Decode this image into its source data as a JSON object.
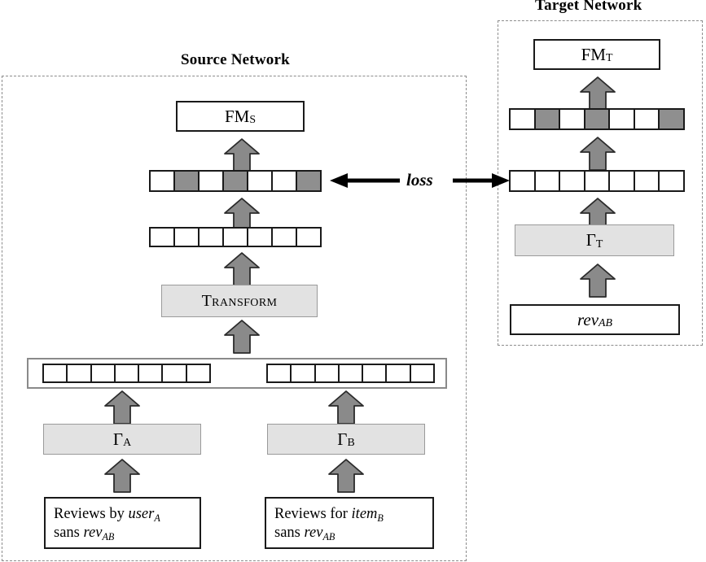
{
  "diagram": {
    "title_source": "Source Network",
    "title_target": "Target Network",
    "loss_label": "loss",
    "colors": {
      "cell_shaded": "#8f8f8f",
      "cell_empty": "#ffffff",
      "module_fill": "#e2e2e2",
      "arrow_fill": "#8a8a8a",
      "arrow_stroke": "#2b2b2b",
      "group_border": "#8c8c8c",
      "box_border": "#1a1a1a"
    }
  },
  "source_network": {
    "output_box": {
      "label": "FM",
      "subscript": "S"
    },
    "transform_box": {
      "label": "Transform"
    },
    "encoder_a": {
      "label": "Γ",
      "subscript": "A"
    },
    "encoder_b": {
      "label": "Γ",
      "subscript": "B"
    },
    "input_a": {
      "line1_pre": "Reviews by ",
      "line1_italic": "user",
      "line1_sub": "A",
      "line2_pre": "sans ",
      "line2_italic": "rev",
      "line2_sub": "AB"
    },
    "input_b": {
      "line1_pre": "Reviews for ",
      "line1_italic": "item",
      "line1_sub": "B",
      "line2_pre": "sans ",
      "line2_italic": "rev",
      "line2_sub": "AB"
    },
    "vector_shaded": {
      "name": "source-shared-representation",
      "cells": [
        "white",
        "gray",
        "white",
        "gray",
        "white",
        "white",
        "gray"
      ]
    },
    "vector_mid": {
      "name": "source-transform-output",
      "cells": [
        "white",
        "white",
        "white",
        "white",
        "white",
        "white",
        "white"
      ]
    },
    "vector_a": {
      "name": "source-user-embedding",
      "cells": [
        "white",
        "white",
        "white",
        "white",
        "white",
        "white",
        "white"
      ]
    },
    "vector_b": {
      "name": "source-item-embedding",
      "cells": [
        "white",
        "white",
        "white",
        "white",
        "white",
        "white",
        "white"
      ]
    }
  },
  "target_network": {
    "output_box": {
      "label": "FM",
      "subscript": "T"
    },
    "encoder_t": {
      "label": "Γ",
      "subscript": "T"
    },
    "input_box": {
      "italic": "rev",
      "subscript": "AB"
    },
    "vector_shaded": {
      "name": "target-shared-representation",
      "cells": [
        "white",
        "gray",
        "white",
        "gray",
        "white",
        "white",
        "gray"
      ]
    },
    "vector_plain": {
      "name": "target-encoder-output",
      "cells": [
        "white",
        "white",
        "white",
        "white",
        "white",
        "white",
        "white"
      ]
    }
  }
}
